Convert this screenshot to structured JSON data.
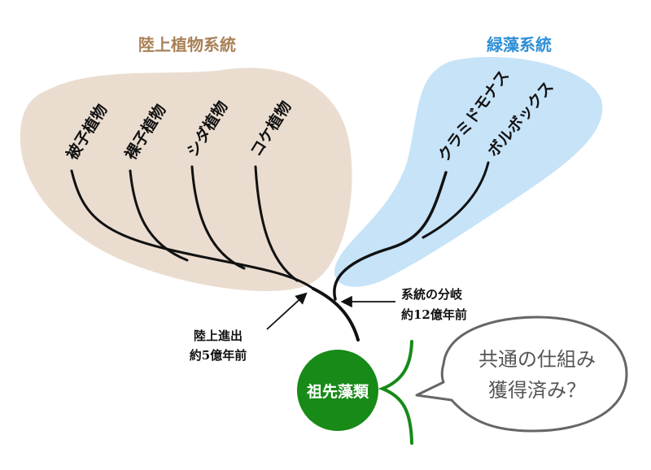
{
  "groups": {
    "land": {
      "title": "陸上植物系統",
      "color": "#a98157",
      "fill": "#eaddd0",
      "taxa": [
        "被子植物",
        "裸子植物",
        "シダ植物",
        "コケ植物"
      ]
    },
    "green": {
      "title": "緑藻系統",
      "color": "#2e8fd6",
      "fill": "#c6e3f8",
      "taxa": [
        "クラミドモナス",
        "ボルボックス"
      ]
    }
  },
  "annotations": {
    "land_line1": "陸上進出",
    "land_line2": "約5億年前",
    "split_line1": "系統の分岐",
    "split_line2": "約12億年前"
  },
  "ancestor": {
    "label": "祖先藻類",
    "color": "#178a17"
  },
  "bubble": {
    "line1": "共通の仕組み",
    "line2": "獲得済み？"
  }
}
